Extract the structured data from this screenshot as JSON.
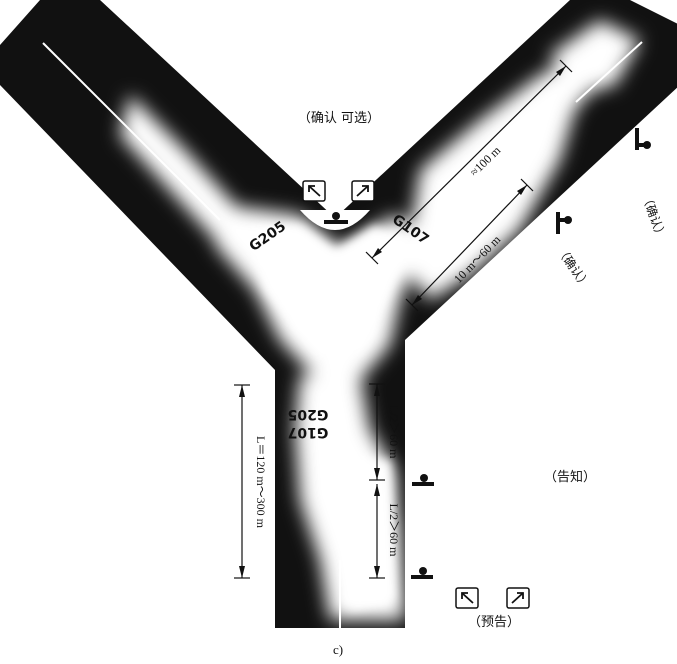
{
  "figure": {
    "caption": "c)",
    "roads": {
      "left_branch_label": "G205",
      "right_branch_label": "G107",
      "trunk_label_line1": "G107",
      "trunk_label_line2": "G205"
    },
    "signs": {
      "top_pair_caption": "（确认  可选）",
      "right_upper_caption": "（确认）",
      "right_lower_caption": "（确认）",
      "trunk_right_caption": "（告知）",
      "bottom_pair_caption": "（预告）"
    },
    "dimensions": {
      "right_branch_far": "≈100 m",
      "right_branch_near": "10 m～60 m",
      "trunk_total": "L＝120 m～300 m",
      "trunk_upper_half": "L/2＞60 m",
      "trunk_lower_half": "L/2＞60 m"
    },
    "icons": {
      "arrow_left": "arrow-up-left-icon",
      "arrow_right": "arrow-up-right-icon",
      "post": "sign-post-icon"
    }
  }
}
